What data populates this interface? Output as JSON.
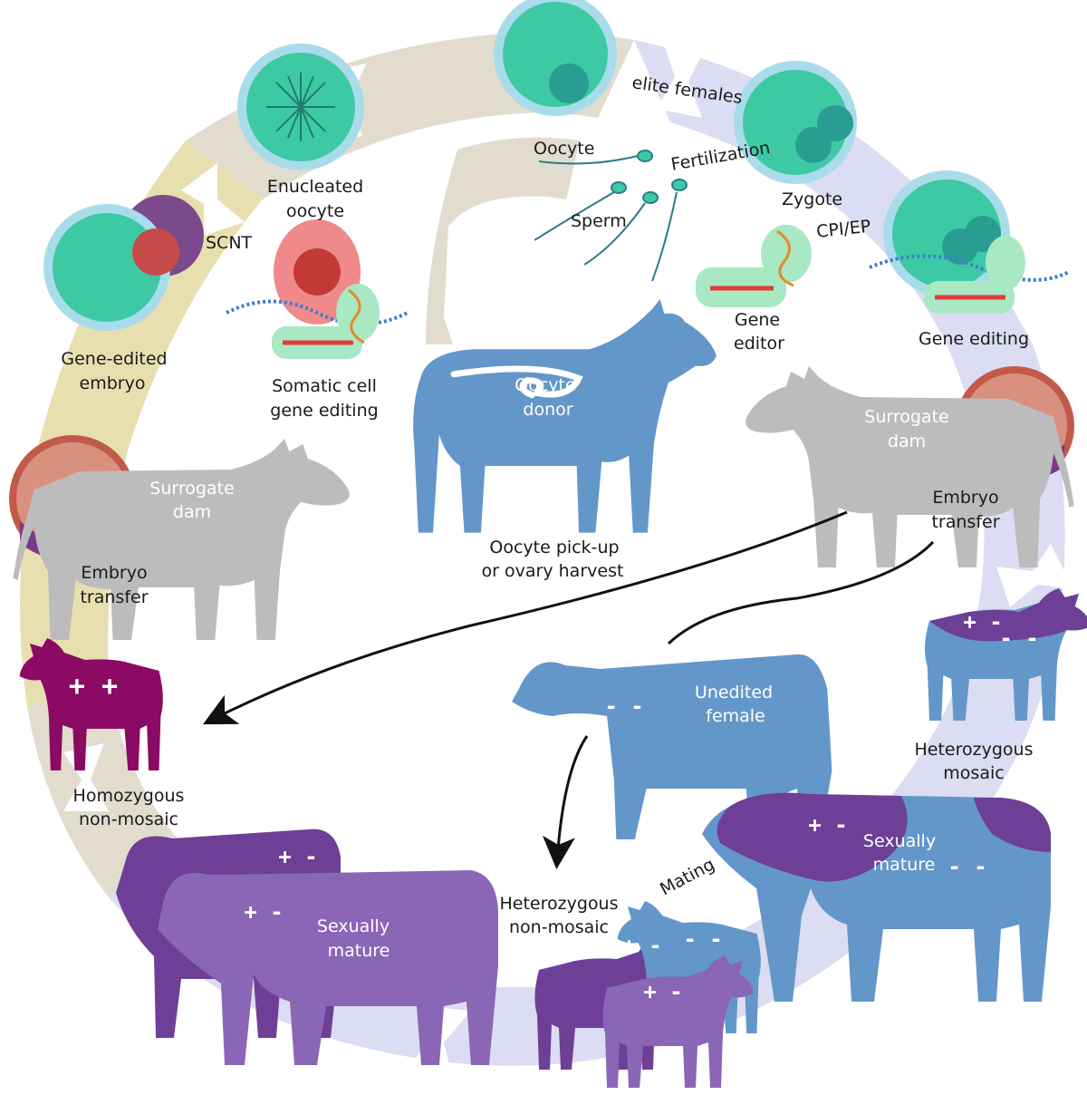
{
  "labels": {
    "elite_females": "elite females",
    "fertilization": "Fertilization",
    "oocyte": "Oocyte",
    "sperm": "Sperm",
    "zygote": "Zygote",
    "cpi_ep": "CPI/EP",
    "gene_editor": [
      "Gene",
      "editor"
    ],
    "gene_editing": "Gene editing",
    "enucleated_oocyte": [
      "Enucleated",
      "oocyte"
    ],
    "scnt": "SCNT",
    "gene_edited_embryo": [
      "Gene-edited",
      "embryo"
    ],
    "somatic_cell_gene_editing": [
      "Somatic cell",
      "gene editing"
    ],
    "oocyte_donor": [
      "Oocyte",
      "donor"
    ],
    "oocyte_pickup": [
      "Oocyte pick-up",
      "or ovary harvest"
    ],
    "surrogate_dam_left": [
      "Surrogate",
      "dam"
    ],
    "surrogate_dam_right": [
      "Surrogate",
      "dam"
    ],
    "embryo_transfer_left": [
      "Embryo",
      "transfer"
    ],
    "embryo_transfer_right": [
      "Embryo",
      "transfer"
    ],
    "unedited_female": [
      "Unedited",
      "female"
    ],
    "homozygous_non_mosaic": [
      "Homozygous",
      "non-mosaic"
    ],
    "heterozygous_mosaic": [
      "Heterozygous",
      "mosaic"
    ],
    "heterozygous_non_mosaic": [
      "Heterozygous",
      "non-mosaic"
    ],
    "mating": "Mating",
    "sexually_mature_left": [
      "Sexually",
      "mature"
    ],
    "sexually_mature_right": [
      "Sexually",
      "mature"
    ]
  },
  "genotypes": {
    "homozygous_calf": "+ +",
    "unedited_female": "- -",
    "mosaic_calf_a": "+ -",
    "mosaic_calf_b": "- -",
    "mature_bull_right_a": "+ -",
    "mature_bull_right_b": "- -",
    "mature_back": "+ -",
    "mature_front": "+ -",
    "offspring_a": "+ -",
    "offspring_b": "- -",
    "offspring_c": "+ -"
  },
  "colors": {
    "ring_tan": "#e2dccf",
    "ring_yellow": "#e8dfb0",
    "ring_lavender": "#dcdcf2",
    "cell_green": "#3ec9a5",
    "cell_rim": "#a9dcea",
    "nucleus": "#2a9d92",
    "cow_blue": "#6497c9",
    "cow_gray": "#bcbcbc",
    "cow_magenta": "#8b0a63",
    "cow_purple": "#6d3f96",
    "cow_violet": "#8a66b6",
    "embryo_red": "#c23a36",
    "somatic_pink": "#f08a8a"
  }
}
